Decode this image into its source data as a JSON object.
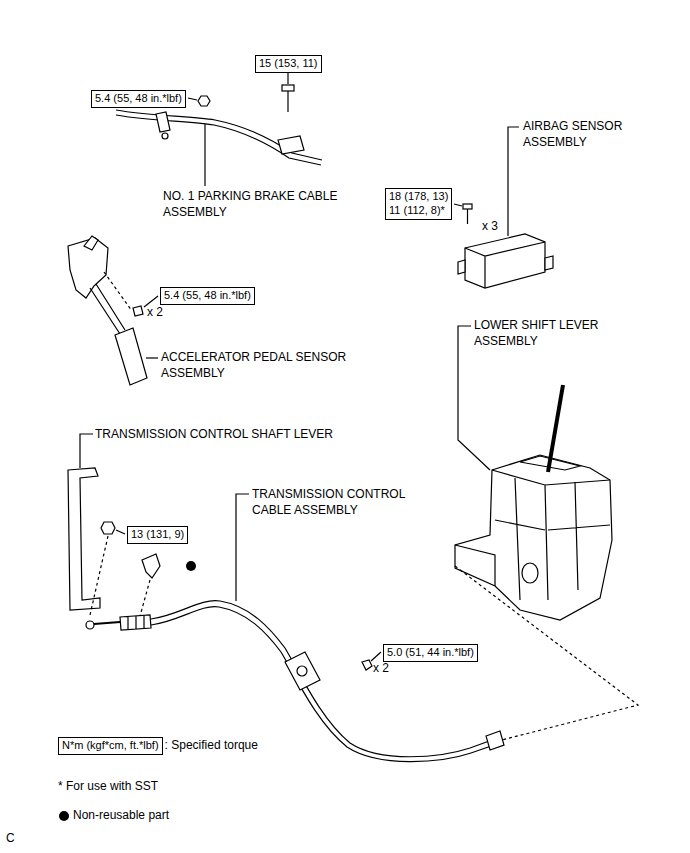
{
  "diagram": {
    "nodes": [
      {
        "text": [
          "15 (153, 11)"
        ]
      },
      {
        "text": [
          "5.4 (55, 48 in.*lbf)"
        ]
      },
      {
        "text": [
          "18 (178, 13)",
          "11 (112, 8)*"
        ]
      },
      {
        "text": [
          "5.4 (55, 48 in.*lbf)"
        ]
      },
      {
        "text": [
          "13 (131, 9)"
        ]
      },
      {
        "text": [
          "5.0 (51, 44 in.*lbf)"
        ]
      },
      {
        "text": [
          "N*m (kgf*cm, ft.*lbf)"
        ]
      }
    ],
    "labels": [
      "NO. 1 PARKING BRAKE CABLE ASSEMBLY",
      "AIRBAG SENSOR ASSEMBLY",
      "x 3",
      "LOWER SHIFT LEVER ASSEMBLY",
      "x 2",
      "ACCELERATOR PEDAL SENSOR ASSEMBLY",
      "TRANSMISSION CONTROL SHAFT LEVER",
      "TRANSMISSION CONTROL CABLE ASSEMBLY",
      "x 2",
      "C"
    ],
    "legend": [
      {
        "text": ": Specified torque"
      },
      {
        "text": "* For use with SST"
      },
      {
        "text": "Non-reusable part",
        "color": "#000000"
      }
    ]
  }
}
